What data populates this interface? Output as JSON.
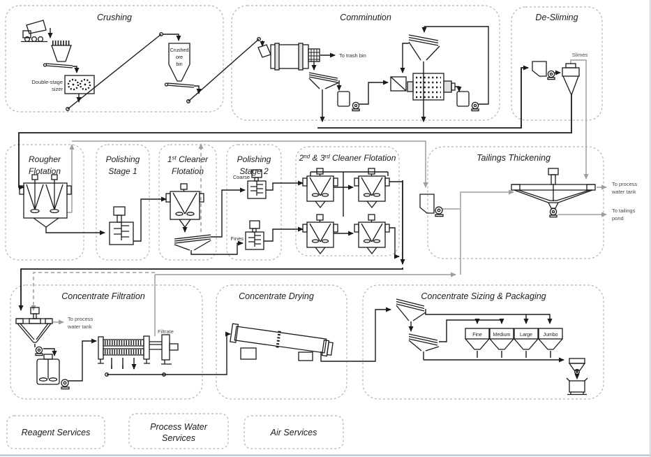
{
  "colors": {
    "line_black": "#1a1a1a",
    "line_gray": "#9e9e9e",
    "box_border": "#b4b4b4",
    "page_border": "#b6c2cc"
  },
  "sections": {
    "crushing": {
      "title": "Crushing"
    },
    "comminution": {
      "title": "Comminution"
    },
    "desliming": {
      "title": "De-Sliming"
    },
    "rougher": {
      "line1": "Rougher",
      "line2": "Flotation"
    },
    "polishing1": {
      "line1": "Polishing",
      "line2": "Stage 1"
    },
    "cleaner1": {
      "num": "1",
      "sup": "st",
      "rest": " Cleaner",
      "line2": "Flotation"
    },
    "polishing2": {
      "line1": "Polishing",
      "line2": "Stage 2"
    },
    "cleaner23": {
      "p1": "2",
      "s1": "nd",
      "p2": " & 3",
      "s2": "rd",
      "p3": " Cleaner Flotation"
    },
    "tailings": {
      "title": "Tailings Thickening"
    },
    "filtration": {
      "title": "Concentrate Filtration"
    },
    "drying": {
      "title": "Concentrate Drying"
    },
    "sizing": {
      "title": "Concentrate Sizing & Packaging"
    },
    "reagent": {
      "title": "Reagent Services"
    },
    "process_water": {
      "line1": "Process Water",
      "line2": "Services"
    },
    "air": {
      "title": "Air Services"
    }
  },
  "labels": {
    "sizer_l1": "Double-stage",
    "sizer_l2": "sizer",
    "bin_l1": "Crushed",
    "bin_l2": "ore",
    "bin_l3": "bin",
    "to_trash_bin": "To trash bin",
    "slimes": "Slimes",
    "coarse": "Coarse",
    "fines": "Fines",
    "filtrate": "Filtrate",
    "tt_process_l1": "To process",
    "tt_process_l2": "water tank",
    "tt_pond_l1": "To tailings",
    "tt_pond_l2": "pond",
    "cf_process_l1": "To process",
    "cf_process_l2": "water tank"
  },
  "bins": [
    {
      "label": "Fine"
    },
    {
      "label": "Medium"
    },
    {
      "label": "Large"
    },
    {
      "label": "Jumbo"
    }
  ],
  "equipment_icons": [
    "dump-truck",
    "hopper-grizzly",
    "double-stage-sizer",
    "conveyor",
    "crushed-ore-bin",
    "scrubber-mill",
    "trommel",
    "screen",
    "pump",
    "ball-mill",
    "cyclone",
    "flotation-cell",
    "stirred-mill",
    "thickener",
    "agitated-tank",
    "filter-press",
    "rotary-dryer",
    "product-bin",
    "weigh-hopper",
    "bag"
  ]
}
